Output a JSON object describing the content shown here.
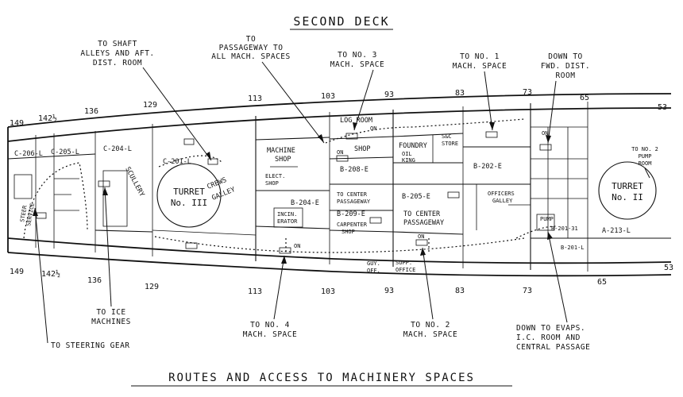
{
  "title": "SECOND DECK",
  "footer_title": "ROUTES AND ACCESS TO MACHINERY SPACES",
  "callouts": {
    "shaft_alleys": [
      "TO SHAFT",
      "ALLEYS AND AFT.",
      "DIST. ROOM"
    ],
    "passageway": [
      "TO",
      "PASSAGEWAY TO",
      "ALL MACH. SPACES"
    ],
    "no3": [
      "TO NO. 3",
      "MACH. SPACE"
    ],
    "no1": [
      "TO NO. 1",
      "MACH. SPACE"
    ],
    "fwd_dist": [
      "DOWN TO",
      "FWD. DIST.",
      "ROOM"
    ],
    "ice": [
      "TO ICE",
      "MACHINES"
    ],
    "steering": [
      "TO STEERING GEAR"
    ],
    "no4": [
      "TO NO. 4",
      "MACH. SPACE"
    ],
    "no2": [
      "TO NO. 2",
      "MACH. SPACE"
    ],
    "evaps": [
      "DOWN TO EVAPS.",
      "I.C. ROOM AND",
      "CENTRAL PASSAGE"
    ],
    "pump_room": [
      "TO NO. 2",
      "PUMP",
      "ROOM"
    ]
  },
  "frames_top": [
    "149",
    "142½",
    "136",
    "129",
    "113",
    "103",
    "93",
    "83",
    "73",
    "65",
    "53"
  ],
  "frames_bottom": [
    "149",
    "142½",
    "136",
    "129",
    "113",
    "103",
    "93",
    "83",
    "73",
    "65",
    "53"
  ],
  "rooms": {
    "c206": "C-206-L",
    "c205": "C-205-L",
    "c204": "C-204-L",
    "c201": "C-201-L",
    "steering_service": [
      "STEER",
      "SERVICE"
    ],
    "scullery": "SCULLERY",
    "turret3_a": "TURRET",
    "turret3_b": "No. III",
    "crews_galley_a": "CREWS",
    "crews_galley_b": "GALLEY",
    "machine_shop_a": "MACHINE",
    "machine_shop_b": "SHOP",
    "elect_shop_a": "ELECT.",
    "elect_shop_b": "SHOP",
    "b204": "B-204-E",
    "incin_a": "INCIN.",
    "incin_b": "ERATOR",
    "log_room": "LOG ROOM",
    "shop": "SHOP",
    "b208": "B-208-E",
    "to_center_pw_a": "TO CENTER",
    "to_center_pw_b": "PASSAGEWAY",
    "b209": "B-209-E",
    "carpenter_a": "CARPENTER",
    "carpenter_b": "SHOP",
    "foundry": "FOUNDRY",
    "oil_king_a": "OIL",
    "oil_king_b": "KING",
    "sc_store_a": "S&C",
    "sc_store_b": "STORE",
    "b205": "B-205-E",
    "center_pw_a": "TO CENTER",
    "center_pw_b": "PASSAGEWAY",
    "b202": "B-202-E",
    "officers_a": "OFFICERS",
    "officers_b": "GALLEY",
    "b201_31": "B-201-31",
    "b201": "B-201-L",
    "a213": "A-213-L",
    "turret2_a": "TURRET",
    "turret2_b": "No. II",
    "guy_off_a": "GUY.",
    "guy_off_b": "OFF.",
    "supp_a": "SUPP.",
    "supp_b": "OFFICE",
    "on_1": "ON",
    "on_2": "ON",
    "on_3": "ON",
    "on_4": "ON",
    "on_5": "ON",
    "pump": "PUMP"
  }
}
